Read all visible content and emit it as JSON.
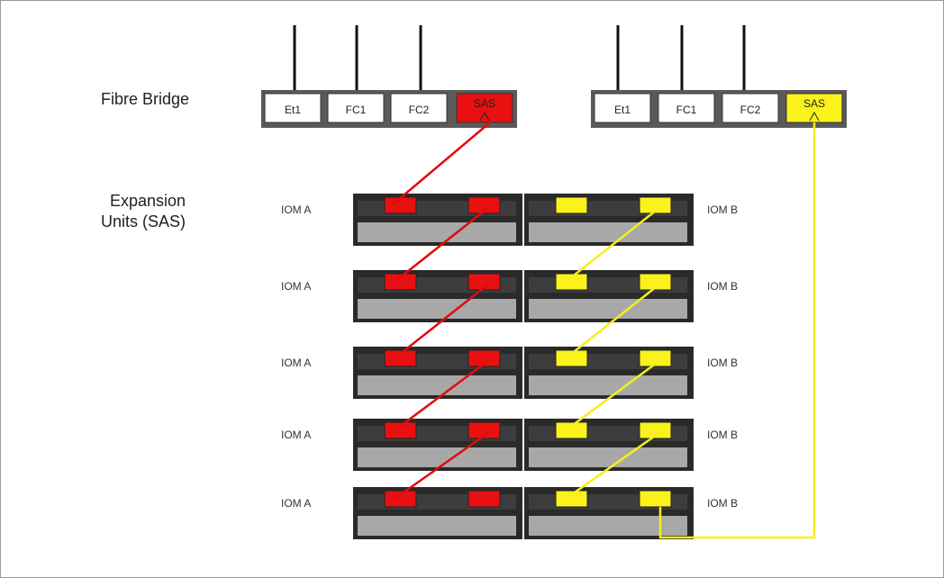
{
  "labels": {
    "fibre_bridge": "Fibre Bridge",
    "expansion_line1": "Expansion",
    "expansion_line2": "Units (SAS)"
  },
  "bridges": [
    {
      "ports": [
        "Et1",
        "FC1",
        "FC2",
        "SAS"
      ]
    },
    {
      "ports": [
        "Et1",
        "FC1",
        "FC2",
        "SAS"
      ]
    }
  ],
  "shelves": [
    {
      "left_label": "IOM A",
      "right_label": "IOM B"
    },
    {
      "left_label": "IOM A",
      "right_label": "IOM B"
    },
    {
      "left_label": "IOM A",
      "right_label": "IOM B"
    },
    {
      "left_label": "IOM A",
      "right_label": "IOM B"
    },
    {
      "left_label": "IOM A",
      "right_label": "IOM B"
    }
  ],
  "colors": {
    "path_a": "#e10b0b",
    "path_b": "#f5ef1c",
    "port_a_fill": "#e81010",
    "port_b_fill": "#fbf21c",
    "chassis": "#2a2a2a",
    "bridge_body": "#5a5a5a"
  }
}
